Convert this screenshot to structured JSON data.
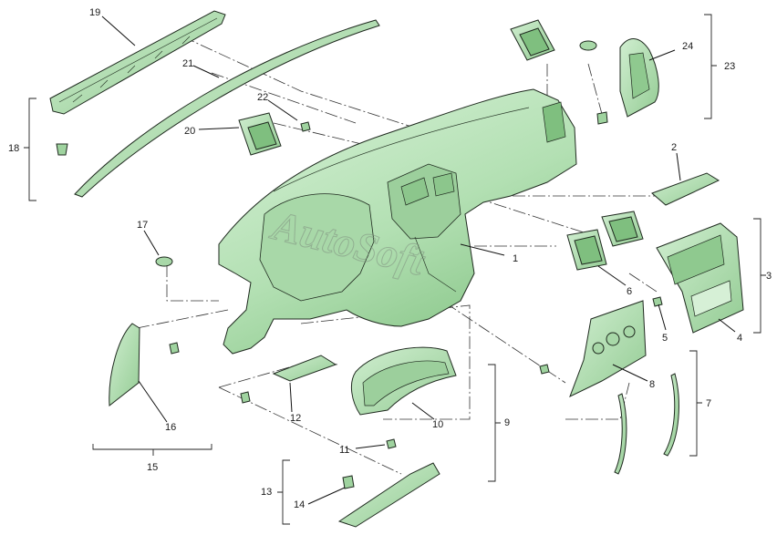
{
  "watermark": "AutoSoft",
  "callouts": {
    "n1": "1",
    "n2": "2",
    "n3": "3",
    "n4": "4",
    "n5": "5",
    "n6": "6",
    "n7": "7",
    "n8": "8",
    "n9": "9",
    "n10": "10",
    "n11": "11",
    "n12": "12",
    "n13": "13",
    "n14": "14",
    "n15": "15",
    "n16": "16",
    "n17": "17",
    "n18": "18",
    "n19": "19",
    "n20": "20",
    "n21": "21",
    "n22": "22",
    "n23": "23",
    "n24": "24"
  },
  "colors": {
    "part_fill": "#b9e3b9",
    "part_fill_dark": "#8fc98f",
    "part_fill_light": "#d6f0d6",
    "line": "#1f2a1f"
  }
}
